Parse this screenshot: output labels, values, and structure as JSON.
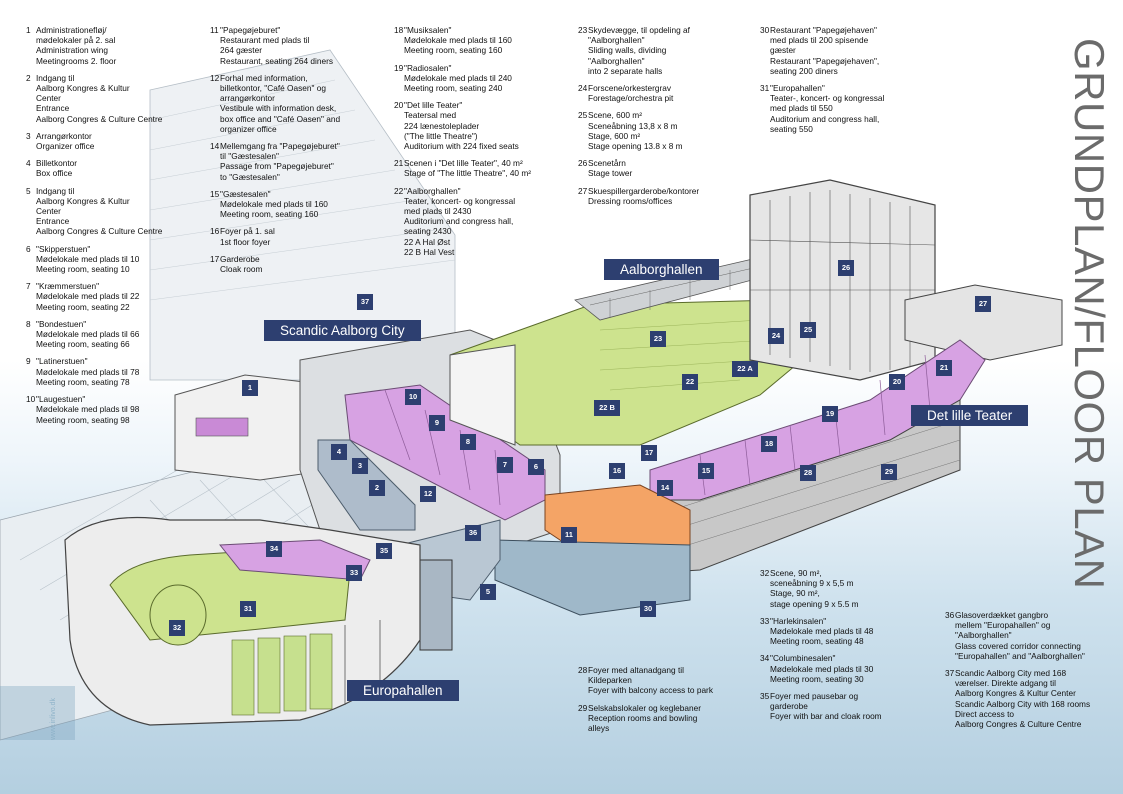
{
  "title": "GRUNDPLAN/FLOOR PLAN",
  "website": "www.inlivo.dk",
  "colors": {
    "background_sky": "#b4cfe0",
    "label_box": "#2d3f70",
    "meeting_rooms": "#c98ad6",
    "halls": "#c9e08a",
    "restaurant": "#f4a466",
    "glass": "#9fb8c9"
  },
  "hall_labels": {
    "aalborghallen": "Aalborghallen",
    "scandic": "Scandic Aalborg City",
    "det_lille_teater": "Det lille Teater",
    "europahallen": "Europahallen"
  },
  "map_numbers": [
    "1",
    "2",
    "3",
    "4",
    "5",
    "6",
    "7",
    "8",
    "9",
    "10",
    "11",
    "12",
    "14",
    "15",
    "16",
    "17",
    "18",
    "19",
    "20",
    "21",
    "22",
    "22 A",
    "22 B",
    "23",
    "24",
    "25",
    "26",
    "27",
    "28",
    "29",
    "30",
    "31",
    "32",
    "33",
    "34",
    "35",
    "36",
    "37"
  ],
  "legend_col1": [
    {
      "num": "1",
      "lines": [
        "Administrationefløj/",
        "mødelokaler på 2. sal",
        "Administration wing",
        "Meetingrooms 2. floor"
      ]
    },
    {
      "num": "2",
      "lines": [
        "Indgang til",
        "Aalborg Kongres & Kultur",
        "Center",
        "Entrance",
        "Aalborg Congres & Culture Centre"
      ]
    },
    {
      "num": "3",
      "lines": [
        "Arrangørkontor",
        "Organizer office"
      ]
    },
    {
      "num": "4",
      "lines": [
        "Billetkontor",
        "Box office"
      ]
    },
    {
      "num": "5",
      "lines": [
        "Indgang til",
        "Aalborg Kongres & Kultur",
        "Center",
        "Entrance",
        "Aalborg Congres & Culture Centre"
      ]
    },
    {
      "num": "6",
      "lines": [
        "\"Skipperstuen\"",
        "Mødelokale med plads til 10",
        "Meeting room, seating 10"
      ]
    },
    {
      "num": "7",
      "lines": [
        "\"Kræmmerstuen\"",
        "Mødelokale med plads til 22",
        "Meeting room, seating 22"
      ]
    },
    {
      "num": "8",
      "lines": [
        "\"Bondestuen\"",
        "Mødelokale med plads til 66",
        "Meeting room, seating 66"
      ]
    },
    {
      "num": "9",
      "lines": [
        "\"Latinerstuen\"",
        "Mødelokale med plads til 78",
        "Meeting room, seating 78"
      ]
    },
    {
      "num": "10",
      "lines": [
        "\"Laugestuen\"",
        "Mødelokale med plads til 98",
        "Meeting room, seating 98"
      ]
    }
  ],
  "legend_col2": [
    {
      "num": "11",
      "lines": [
        "\"Papegøjeburet\"",
        "Restaurant med plads til",
        "264 gæster",
        "Restaurant, seating 264 diners"
      ]
    },
    {
      "num": "12",
      "lines": [
        "Forhal med information,",
        "billetkontor, \"Café Oasen\" og",
        "arrangørkontor",
        "Vestibule with information desk,",
        "box office and \"Café Oasen\" and",
        "organizer office"
      ]
    },
    {
      "num": "14",
      "lines": [
        "Mellemgang fra \"Papegøjeburet\"",
        "til \"Gæstesalen\"",
        "Passage from \"Papegøjeburet\"",
        "to \"Gæstesalen\""
      ]
    },
    {
      "num": "15",
      "lines": [
        "\"Gæstesalen\"",
        "Mødelokale med plads til 160",
        "Meeting room, seating 160"
      ]
    },
    {
      "num": "16",
      "lines": [
        "Foyer på 1. sal",
        "1st floor foyer"
      ]
    },
    {
      "num": "17",
      "lines": [
        "Garderobe",
        "Cloak room"
      ]
    }
  ],
  "legend_col3": [
    {
      "num": "18",
      "lines": [
        "\"Musiksalen\"",
        "Mødelokale med plads til 160",
        "Meeting room, seating 160"
      ]
    },
    {
      "num": "19",
      "lines": [
        "\"Radiosalen\"",
        "Mødelokale med plads til 240",
        "Meeting room, seating 240"
      ]
    },
    {
      "num": "20",
      "lines": [
        "\"Det lille Teater\"",
        "Teatersal med",
        "224 lænestoleplader",
        "(\"The little Theatre\")",
        "Auditorium with 224 fixed seats"
      ]
    },
    {
      "num": "21",
      "lines": [
        "Scenen i \"Det lille Teater\", 40 m²",
        "Stage of \"The little Theatre\", 40 m²"
      ]
    },
    {
      "num": "22",
      "lines": [
        "\"Aalborghallen\"",
        "Teater, koncert- og kongressal",
        "med plads til 2430",
        "Auditorium and congress hall,",
        "seating 2430",
        "22 A Hal Øst",
        "22 B Hal Vest"
      ]
    }
  ],
  "legend_col4": [
    {
      "num": "23",
      "lines": [
        "Skydevægge, til opdeling af",
        "\"Aalborghallen\"",
        "Sliding walls, dividing",
        "\"Aalborghallen\"",
        "into 2 separate halls"
      ]
    },
    {
      "num": "24",
      "lines": [
        "Forscene/orkestergrav",
        "Forestage/orchestra pit"
      ]
    },
    {
      "num": "25",
      "lines": [
        "Scene, 600 m²",
        "Sceneåbning 13,8 x 8 m",
        "Stage, 600 m²",
        "Stage opening 13.8 x 8 m"
      ]
    },
    {
      "num": "26",
      "lines": [
        "Scenetårn",
        "Stage tower"
      ]
    },
    {
      "num": "27",
      "lines": [
        "Skuespillergarderobe/kontorer",
        "Dressing rooms/offices"
      ]
    }
  ],
  "legend_col5": [
    {
      "num": "30",
      "lines": [
        "Restaurant \"Papegøjehaven\"",
        "med plads til 200 spisende",
        "gæster",
        "Restaurant \"Papegøjehaven\",",
        "seating 200 diners"
      ]
    },
    {
      "num": "31",
      "lines": [
        "\"Europahallen\"",
        "Teater-, koncert- og kongressal",
        "med plads til 550",
        "Auditorium and congress hall,",
        "seating 550"
      ]
    }
  ],
  "legend_bottom_mid": [
    {
      "num": "28",
      "lines": [
        "Foyer med altanadgang til",
        "Kildeparken",
        "Foyer with balcony access to park"
      ]
    },
    {
      "num": "29",
      "lines": [
        "Selskabslokaler og keglebaner",
        "Reception rooms and bowling",
        "alleys"
      ]
    }
  ],
  "legend_bottom_right": [
    {
      "num": "32",
      "lines": [
        "Scene, 90 m²,",
        "sceneåbning 9 x 5,5 m",
        "Stage, 90 m²,",
        "stage opening 9 x 5.5 m"
      ]
    },
    {
      "num": "33",
      "lines": [
        "\"Harlekinsalen\"",
        "Mødelokale med plads til 48",
        "Meeting room, seating 48"
      ]
    },
    {
      "num": "34",
      "lines": [
        "\"Columbinesalen\"",
        "Mødelokale med plads til 30",
        "Meeting room, seating 30"
      ]
    },
    {
      "num": "35",
      "lines": [
        "Foyer med pausebar og",
        "garderobe",
        "Foyer with bar and cloak room"
      ]
    }
  ],
  "legend_bottom_far": [
    {
      "num": "36",
      "lines": [
        "Glasoverdækket gangbro",
        "mellem \"Europahallen\" og",
        "\"Aalborghallen\"",
        "Glass covered corridor connecting",
        "\"Europahallen\" and \"Aalborghallen\""
      ]
    },
    {
      "num": "37",
      "lines": [
        "Scandic Aalborg City med 168",
        "værelser. Direkte adgang til",
        "Aalborg Kongres & Kultur Center",
        "Scandic Aalborg City with 168 rooms",
        "Direct access to",
        "Aalborg Congres & Culture Centre"
      ]
    }
  ]
}
